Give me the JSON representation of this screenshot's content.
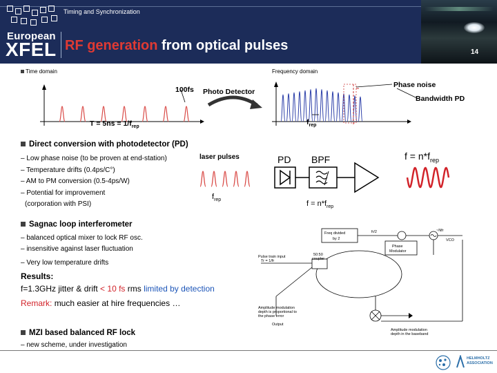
{
  "header": {
    "small_title": "Timing and Synchronization",
    "logo_line1": "European",
    "logo_line2": "XFEL",
    "title_red": "RF generation",
    "title_white": "from optical pulses",
    "page_number": "14"
  },
  "top_diagram": {
    "time_domain_label": "Time domain",
    "frequency_domain_label": "Frequency domain",
    "pulse_width_label": "100fs",
    "photo_detector_label": "Photo Detector",
    "period_label": "T = 5ns = 1/f",
    "period_sub": "rep",
    "frep_label": "f",
    "frep_sub": "rep",
    "phase_noise_label": "Phase noise",
    "bandwidth_label": "Bandwidth PD"
  },
  "section1": {
    "heading": "Direct conversion with photodetector (PD)",
    "items": [
      "– Low phase noise (to be proven at end-station)",
      "– Temperature drifts (0.4ps/C°)",
      "– AM to PM conversion (0.5-4ps/W)",
      "– Potential for improvement",
      "(corporation with PSI)"
    ],
    "laser_pulses_label": "laser pulses",
    "frep_label": "f",
    "frep_sub": "rep",
    "pd_label": "PD",
    "bpf_label": "BPF",
    "out_label": "f = n*f",
    "out_sub": "rep",
    "bpf_out_label": "f = n*f",
    "bpf_out_sub": "rep"
  },
  "section2": {
    "heading": "Sagnac loop interferometer",
    "items": [
      "– balanced optical mixer to lock RF osc.",
      "– insensitive against laser fluctuation",
      "– Very low temperature drifts"
    ],
    "results_label": "Results:",
    "result_part1": "f=1.3GHz jitter & drift",
    "result_part2": "< 10 fs",
    "result_part3": "rms",
    "result_part4": "limited by detection",
    "remark_label": "Remark:",
    "remark_text": "much easier at hire frequencies …",
    "figure": {
      "freq_divided_l1": "Freq divided",
      "freq_divided_l2": "by 2",
      "fr2": "fr/2",
      "nfr": "~Nfr",
      "vco": "VCO",
      "phase_mod_l1": "Phase",
      "phase_mod_l2": "Modulator",
      "coupler_l1": "50:50",
      "coupler_l2": "coupler",
      "pulse_train_l1": "Pulse train input",
      "pulse_train_l2": "Tr = 1/fr",
      "amp_mod_l1": "Amplitude modulation",
      "amp_mod_l2": "depth is proportional to",
      "amp_mod_l3": "the phase error",
      "output": "Output",
      "amp_mod2_l1": "Amplitude modulation",
      "amp_mod2_l2": "depth in the baseband"
    }
  },
  "section3": {
    "heading": "MZI based balanced RF lock",
    "items": [
      "– new scheme, under investigation"
    ]
  },
  "footer": {
    "helmholtz_l1": "HELMHOLTZ",
    "helmholtz_l2": "ASSOCIATION"
  },
  "colors": {
    "header_bg": "#1c2c59",
    "accent_red": "#d2232a",
    "accent_blue": "#1c55b8",
    "pulse_red": "#d94a46",
    "spectrum_blue": "#2b3ea8"
  }
}
